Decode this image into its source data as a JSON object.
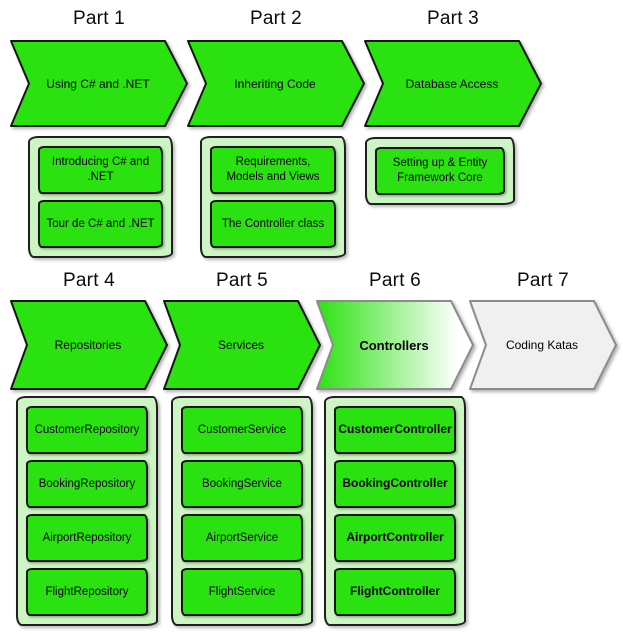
{
  "colors": {
    "green": "#2BE211",
    "pale_green": "#CDF5C3",
    "gray_fill": "#F0F0F0",
    "gray_border": "#8C8C8C",
    "outline": "#161616",
    "gradient_end": "#FFFFFF"
  },
  "parts": [
    {
      "title": "Part 1",
      "arrow_label": "Using C# and .NET",
      "modules": [
        "Introducing C# and .NET",
        "Tour de C# and .NET"
      ]
    },
    {
      "title": "Part 2",
      "arrow_label": "Inheriting Code",
      "modules": [
        "Requirements, Models and Views",
        "The Controller class"
      ]
    },
    {
      "title": "Part 3",
      "arrow_label": "Database Access",
      "modules": [
        "Setting up & Entity Framework Core"
      ]
    },
    {
      "title": "Part 4",
      "arrow_label": "Repositories",
      "modules": [
        "CustomerRepository",
        "BookingRepository",
        "AirportRepository",
        "FlightRepository"
      ]
    },
    {
      "title": "Part 5",
      "arrow_label": "Services",
      "modules": [
        "CustomerService",
        "BookingService",
        "AirportService",
        "FlightService"
      ]
    },
    {
      "title": "Part 6",
      "arrow_label": "Controllers",
      "modules": [
        "CustomerController",
        "BookingController",
        "AirportController",
        "FlightController"
      ]
    },
    {
      "title": "Part 7",
      "arrow_label": "Coding Katas",
      "modules": []
    }
  ]
}
